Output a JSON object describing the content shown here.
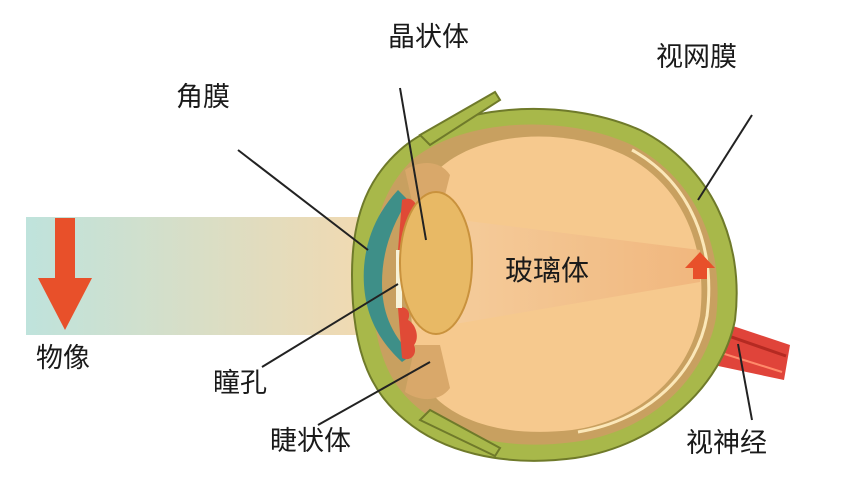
{
  "labels": {
    "lens": "晶状体",
    "cornea": "角膜",
    "retina": "视网膜",
    "vitreous": "玻璃体",
    "object_image": "物像",
    "pupil": "瞳孔",
    "ciliary_body": "睫状体",
    "optic_nerve": "视神经"
  },
  "colors": {
    "sclera": "#a8b84a",
    "sclera_edge": "#6f7a2a",
    "choroid": "#c8a060",
    "eyeball_fill": "#f6c98e",
    "cornea": "#3e8f88",
    "lens": "#e8b965",
    "iris": "#e04a36",
    "light_beam_start": "#bfe3dc",
    "light_beam_end": "#f2d9b0",
    "arrow": "#e8502a",
    "optic_nerve": "#e0443a",
    "leader_line": "#222222"
  },
  "icons": {
    "object_arrow": "down-arrow-icon",
    "image_arrow": "up-arrow-icon"
  }
}
